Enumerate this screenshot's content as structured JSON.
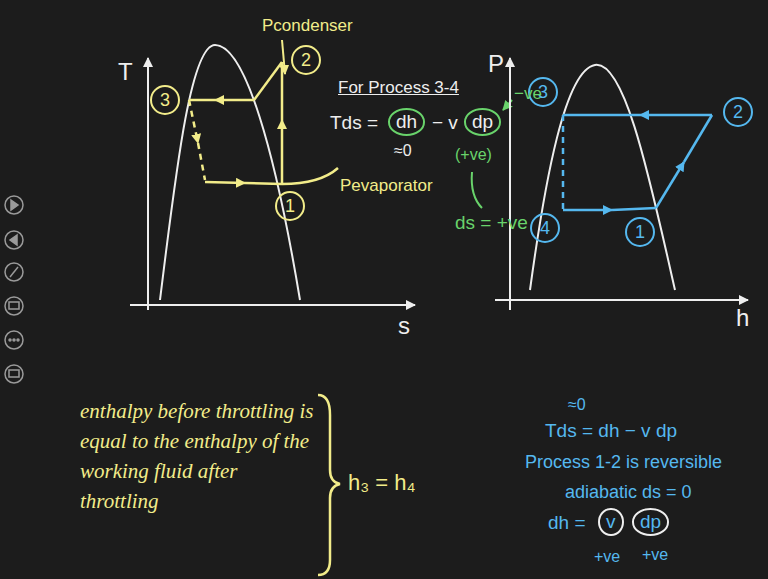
{
  "diagram": {
    "nodes": [
      {
        "text": [
          "3"
        ]
      },
      {
        "text": [
          "2"
        ]
      },
      {
        "text": [
          "1"
        ]
      },
      {
        "text": [
          "3"
        ]
      },
      {
        "text": [
          "2"
        ]
      },
      {
        "text": [
          "4"
        ]
      },
      {
        "text": [
          "1"
        ]
      }
    ],
    "labels": [
      "Pcondenser",
      "T",
      "s",
      "Pevaporator",
      "For Process 3-4",
      "Tds =",
      "dh",
      "− v",
      "dp",
      "≈0",
      "(+ve)",
      "−ve",
      "ds = +ve",
      "P",
      "h",
      "≈0",
      "Tds = dh − v dp",
      "Process 1-2 is reversible",
      "adiabatic ds = 0",
      "dh =",
      "v",
      "dp",
      "+ve",
      "+ve",
      "enthalpy before throttling is equal to the enthalpy of the working fluid after throttling",
      "h₃ = h₄"
    ]
  }
}
